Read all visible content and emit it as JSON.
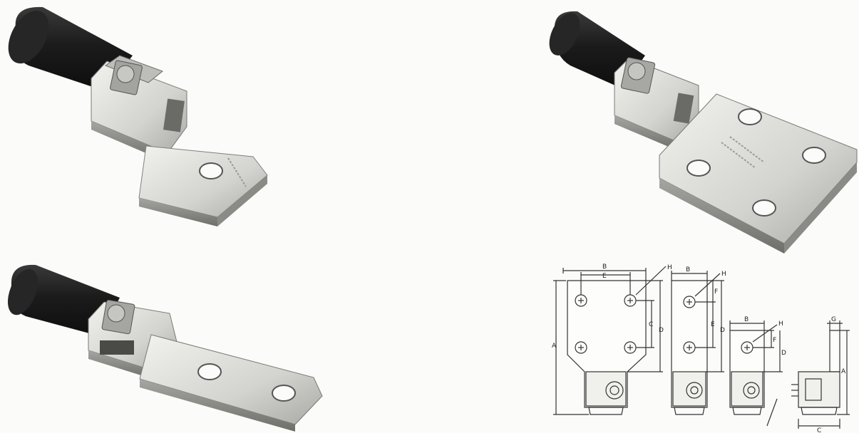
{
  "photos": [
    {
      "name": "lug-one-hole",
      "holes": 1
    },
    {
      "name": "lug-four-hole-pad",
      "holes": 4
    },
    {
      "name": "lug-two-hole-long-barrel",
      "holes": 2
    }
  ],
  "diagram": {
    "views": [
      "four-hole-front",
      "two-hole-front",
      "one-hole-front",
      "side"
    ],
    "dimension_labels": {
      "B1": "B",
      "E1": "E",
      "H1": "H",
      "A1": "A",
      "C1": "C",
      "D1": "D",
      "B2": "B",
      "H2": "H",
      "F2": "F",
      "E2": "E",
      "D2": "D",
      "B3": "B",
      "H3": "H",
      "F3": "F",
      "D3": "D",
      "G4": "G",
      "A4": "A",
      "C4": "C"
    }
  },
  "colors": {
    "metal": "#d9d9d6",
    "metal_dark": "#8e8e8a",
    "insulation": "#1d1d1d",
    "line": "#333333"
  }
}
